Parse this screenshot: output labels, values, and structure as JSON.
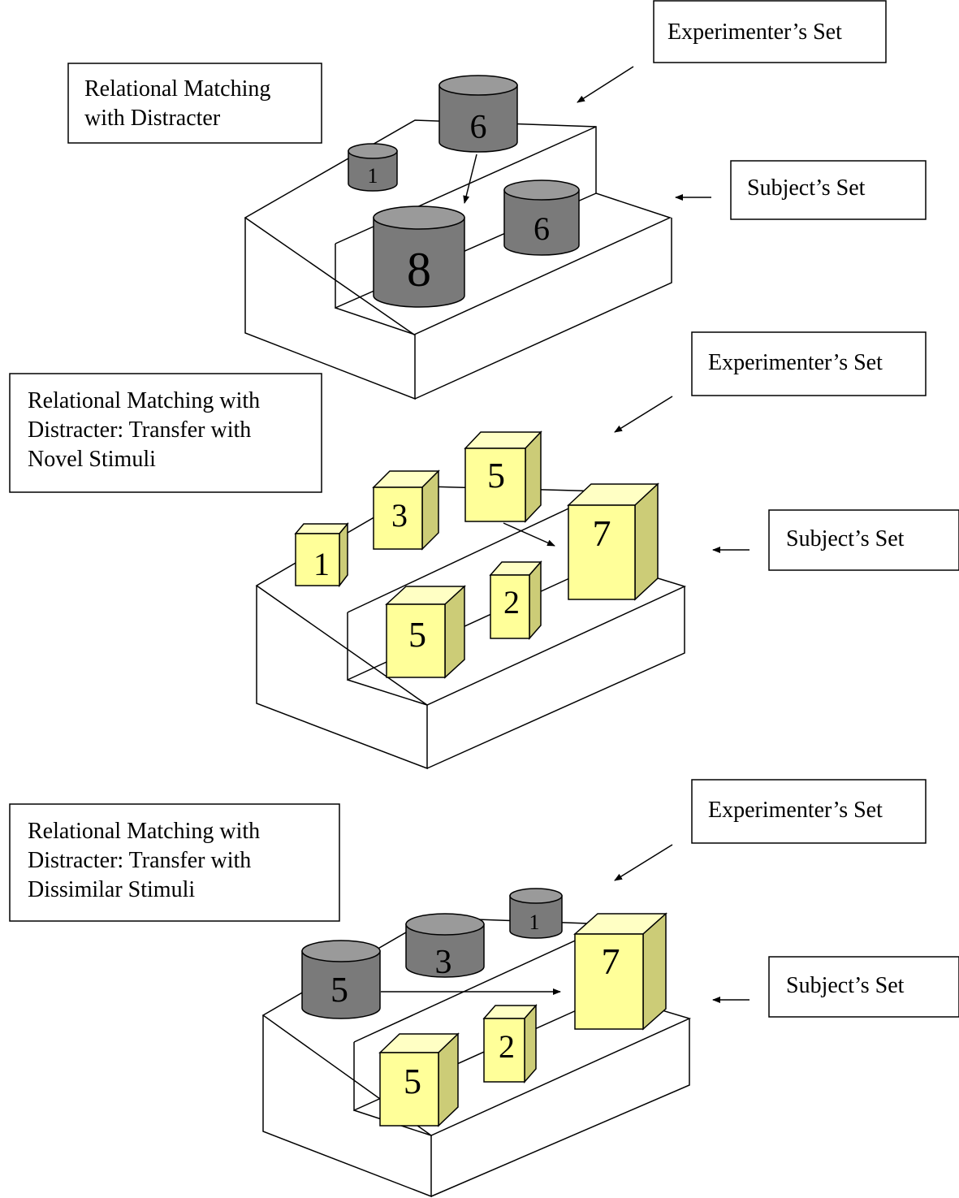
{
  "colors": {
    "cylinder_top": "#9a9a9a",
    "cylinder_body": "#7a7a7a",
    "box_front": "#ffff99",
    "box_top": "#ffffc4",
    "box_side": "#cccc77",
    "stroke": "#000000"
  },
  "panels": [
    {
      "title_lines": [
        "Relational Matching",
        "with Distracter"
      ],
      "experimenter_label": "Experimenter’s Set",
      "subject_label": "Subject’s Set",
      "numbers": [
        "1",
        "6",
        "8",
        "6"
      ]
    },
    {
      "title_lines": [
        "Relational Matching with",
        "Distracter: Transfer with",
        "Novel Stimuli"
      ],
      "experimenter_label": "Experimenter’s Set",
      "subject_label": "Subject’s Set",
      "numbers": [
        "1",
        "3",
        "5",
        "7",
        "5",
        "2"
      ]
    },
    {
      "title_lines": [
        "Relational Matching with",
        "Distracter: Transfer with",
        "Dissimilar Stimuli"
      ],
      "experimenter_label": "Experimenter’s Set",
      "subject_label": "Subject’s Set",
      "numbers": [
        "5",
        "3",
        "1",
        "7",
        "5",
        "2"
      ]
    }
  ]
}
